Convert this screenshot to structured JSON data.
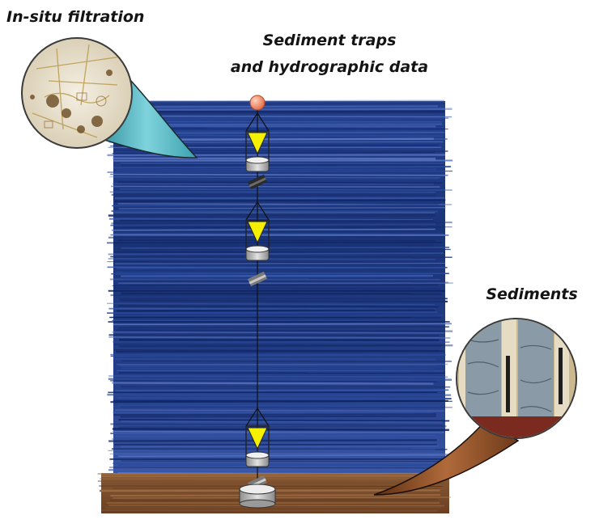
{
  "labels": {
    "filtration": "In-situ filtration",
    "traps_line1": "Sediment traps",
    "traps_line2": "and hydrographic data",
    "sediments": "Sediments"
  },
  "colors": {
    "ocean_deep": "#0f2460",
    "ocean_mid": "#2a4a9a",
    "ocean_light": "#5d77c4",
    "seafloor": "#7a4e2e",
    "buoy": "#f08a66",
    "trap_cone": "#f4f000",
    "filtration_cone": "#4fb7c3",
    "sediment_cone": "#8a4a26"
  },
  "icons": {
    "float": "buoy-icon",
    "trap": "sediment-trap-icon",
    "sensor": "current-meter-icon",
    "anchor": "anchor-weight-icon",
    "filtration_zoom": "microscope-zoom-icon",
    "core_zoom": "sediment-core-zoom-icon"
  }
}
